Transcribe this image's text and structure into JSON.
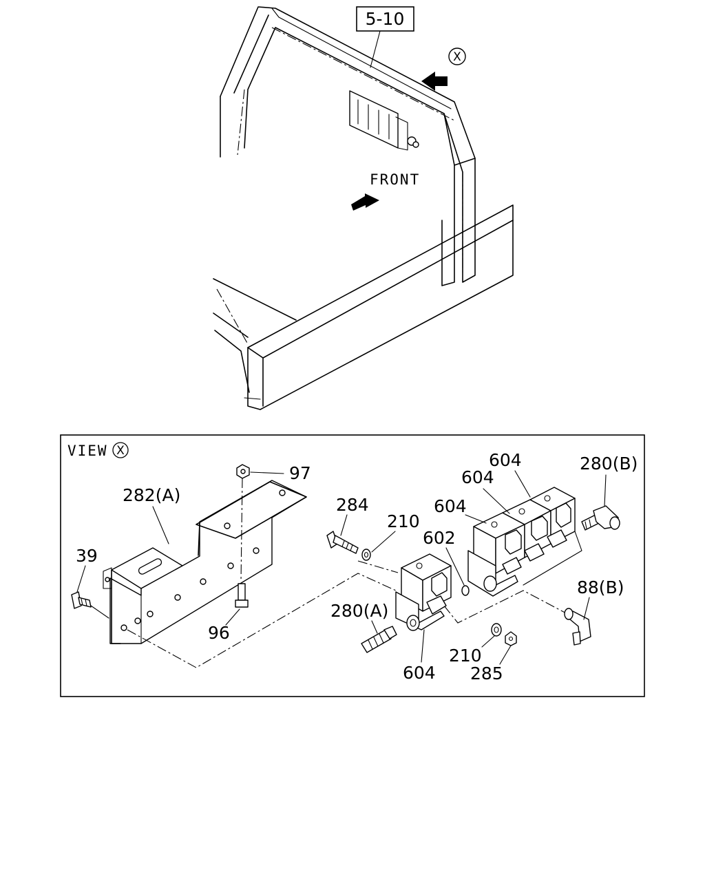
{
  "top_view": {
    "reference_label": "5-10",
    "view_marker": "X",
    "front_label": "FRONT"
  },
  "detail_view": {
    "title": "VIEW",
    "title_marker": "X",
    "callouts": {
      "nut_top": "97",
      "bracket": "282(A)",
      "bolt_left": "39",
      "bolt_mid": "96",
      "bolt_long": "284",
      "washer_top": "210",
      "oring": "602",
      "valve_front": "604",
      "valve_a": "604",
      "valve_b": "604",
      "valve_c": "604",
      "fitting_b": "280(B)",
      "fitting_a": "280(A)",
      "elbow_b": "88(B)",
      "washer_bottom": "210",
      "nut_bottom": "285"
    }
  }
}
